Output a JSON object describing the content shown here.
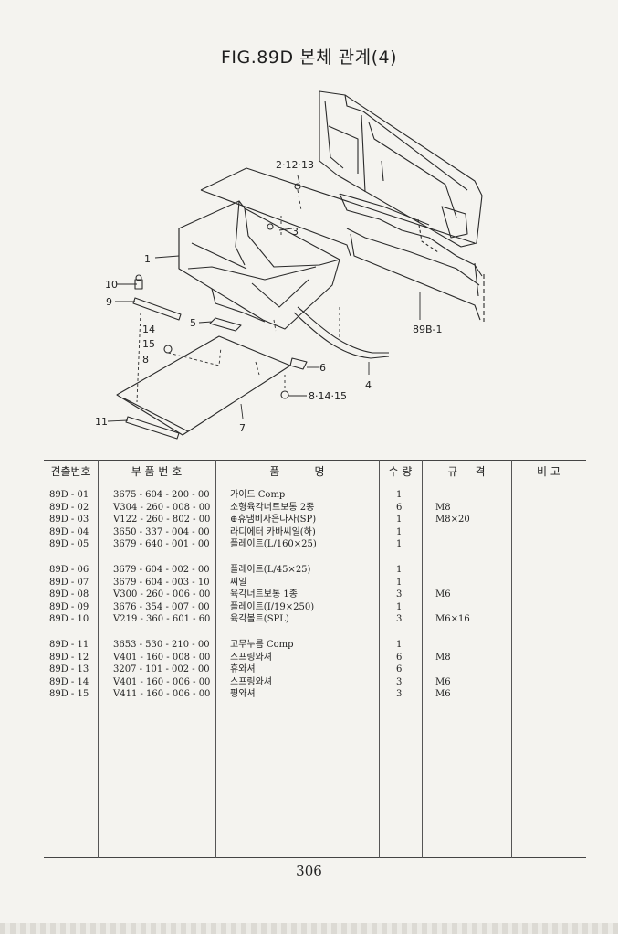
{
  "title": "FIG.89D 본체 관계(4)",
  "diagram": {
    "callouts": {
      "c1": "1",
      "c2": "2·12·13",
      "c3": "3",
      "c4": "4",
      "c5": "5",
      "c6": "6",
      "c7": "7",
      "c8": "8·14·15",
      "c9": "9",
      "c10": "10",
      "c11": "11",
      "c14": "14",
      "c15": "15",
      "c8b": "8",
      "c89b": "89B-1"
    }
  },
  "table": {
    "headers": {
      "no": "견출번호",
      "part": "부 품 번 호",
      "name": "품          명",
      "qty": "수 량",
      "spec": "규     격",
      "note": "비 고"
    },
    "rows": [
      {
        "no": "89D - 01",
        "part": "3675 - 604 - 200 - 00",
        "name": "가이드 Comp",
        "qty": "1",
        "spec": ""
      },
      {
        "no": "89D - 02",
        "part": "V304 - 260 - 008 - 00",
        "name": "소형육각너트보통 2종",
        "qty": "6",
        "spec": "M8"
      },
      {
        "no": "89D - 03",
        "part": "V122 - 260 - 802 - 00",
        "name": "⊕휴냄비자은나사(SP)",
        "qty": "1",
        "spec": "M8×20"
      },
      {
        "no": "89D - 04",
        "part": "3650 - 337 - 004 - 00",
        "name": "라디에터 카바씨일(하)",
        "qty": "1",
        "spec": ""
      },
      {
        "no": "89D - 05",
        "part": "3679 - 640 - 001 - 00",
        "name": "플레이트(L/160×25)",
        "qty": "1",
        "spec": ""
      },
      {
        "no": "89D - 06",
        "part": "3679 - 604 - 002 - 00",
        "name": "플레이트(L/45×25)",
        "qty": "1",
        "spec": ""
      },
      {
        "no": "89D - 07",
        "part": "3679 - 604 - 003 - 10",
        "name": "씨일",
        "qty": "1",
        "spec": ""
      },
      {
        "no": "89D - 08",
        "part": "V300 - 260 - 006 - 00",
        "name": "육각너트보통 1종",
        "qty": "3",
        "spec": "M6"
      },
      {
        "no": "89D - 09",
        "part": "3676 - 354 - 007 - 00",
        "name": "플레이트(I/19×250)",
        "qty": "1",
        "spec": ""
      },
      {
        "no": "89D - 10",
        "part": "V219 - 360 - 601 - 60",
        "name": "육각볼트(SPL)",
        "qty": "3",
        "spec": "M6×16"
      },
      {
        "no": "89D - 11",
        "part": "3653 - 530 - 210 - 00",
        "name": "고무누름 Comp",
        "qty": "1",
        "spec": ""
      },
      {
        "no": "89D - 12",
        "part": "V401 - 160 - 008 - 00",
        "name": "스프링와셔",
        "qty": "6",
        "spec": "M8"
      },
      {
        "no": "89D - 13",
        "part": "3207 - 101 - 002 - 00",
        "name": "휴와셔",
        "qty": "6",
        "spec": ""
      },
      {
        "no": "89D - 14",
        "part": "V401 - 160 - 006 - 00",
        "name": "스프링와셔",
        "qty": "3",
        "spec": "M6"
      },
      {
        "no": "89D - 15",
        "part": "V411 - 160 - 006 - 00",
        "name": "평와셔",
        "qty": "3",
        "spec": "M6"
      }
    ]
  },
  "page_number": "306"
}
